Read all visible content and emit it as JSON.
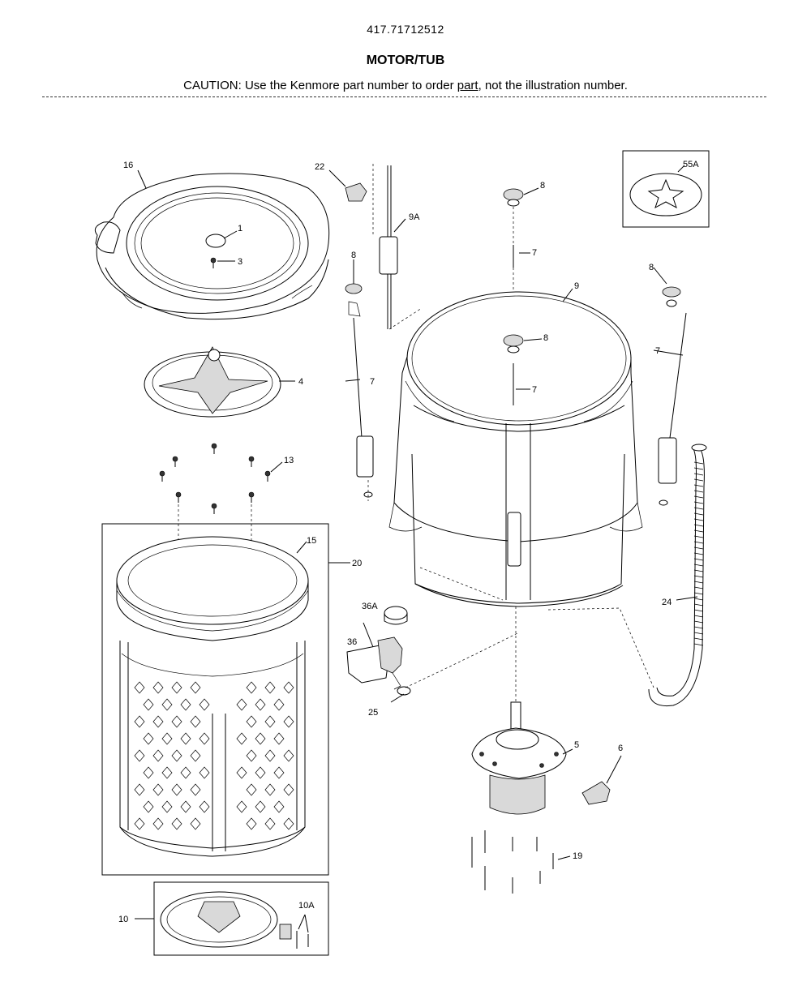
{
  "header": {
    "model_number": "417.71712512",
    "title": "MOTOR/TUB",
    "caution_prefix": "CAUTION: Use the Kenmore part number to order ",
    "caution_link": "part",
    "caution_suffix": ", not the illustration number."
  },
  "callouts": {
    "c1": "1",
    "c3": "3",
    "c4": "4",
    "c5": "5",
    "c6": "6",
    "c7a": "7",
    "c7b": "7",
    "c7c": "7",
    "c7d": "7",
    "c8a": "8",
    "c8b": "8",
    "c8c": "8",
    "c8d": "8",
    "c9": "9",
    "c9A": "9A",
    "c10": "10",
    "c10A": "10A",
    "c13": "13",
    "c15": "15",
    "c16": "16",
    "c19": "19",
    "c20": "20",
    "c22": "22",
    "c24": "24",
    "c25": "25",
    "c36": "36",
    "c36A": "36A",
    "c55A": "55A"
  }
}
